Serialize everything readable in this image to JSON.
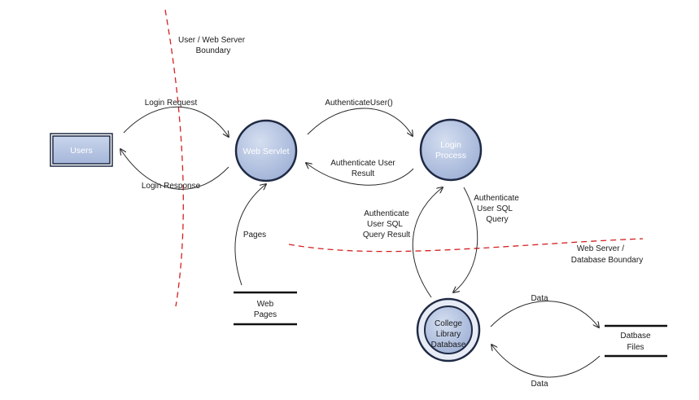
{
  "nodes": {
    "users": "Users",
    "web_servlet": "Web Servlet",
    "login_process": [
      "Login",
      "Process"
    ],
    "college_db": [
      "College",
      "Library",
      "Database"
    ],
    "web_pages": [
      "Web",
      "Pages"
    ],
    "database_files": [
      "Datbase",
      "Files"
    ]
  },
  "boundaries": {
    "user_web": [
      "User / Web Server",
      "Boundary"
    ],
    "web_db": [
      "Web Server /",
      "Database Boundary"
    ]
  },
  "flows": {
    "login_request": "Login Request",
    "login_response": "Login Response",
    "authenticate_user": "AuthenticateUser()",
    "authenticate_user_result": [
      "Authenticate User",
      "Result"
    ],
    "pages": "Pages",
    "auth_sql_query": [
      "Authenticate",
      "User SQL",
      "Query"
    ],
    "auth_sql_query_result": [
      "Authenticate",
      "User SQL",
      "Query Result"
    ],
    "data_out": "Data",
    "data_in": "Data"
  },
  "colors": {
    "node_fill": "#b9c7e2",
    "node_stroke": "#1f2a44",
    "boundary": "#d42020"
  }
}
